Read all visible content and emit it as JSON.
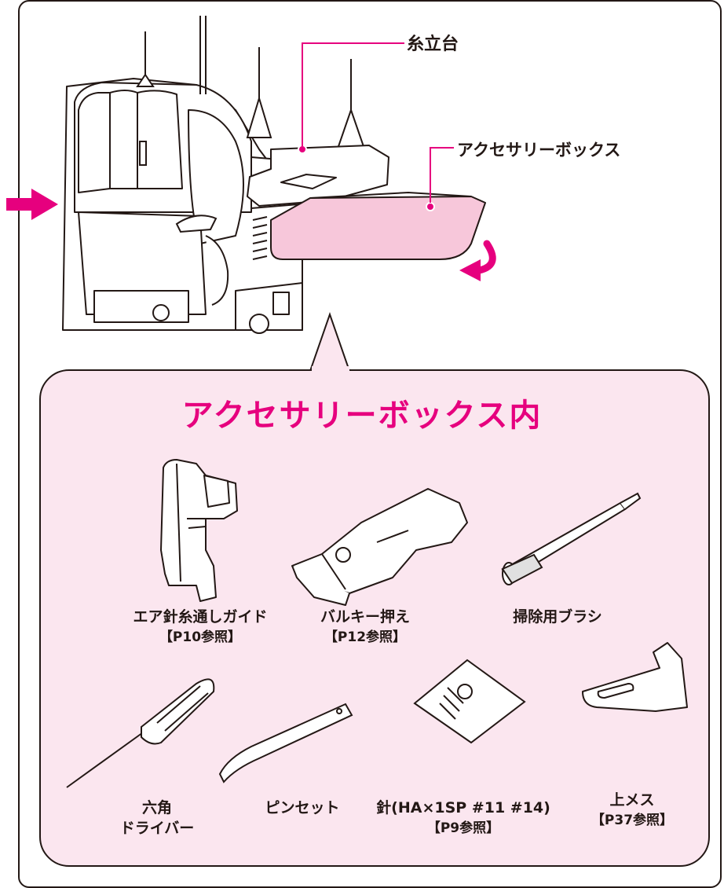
{
  "callouts": {
    "thread_stand": "糸立台",
    "accessory_box": "アクセサリーボックス"
  },
  "panel": {
    "title": "アクセサリーボックス内",
    "items": [
      {
        "name": "エア針糸通しガイド",
        "ref": "【P10参照】"
      },
      {
        "name": "バルキー押え",
        "ref": "【P12参照】"
      },
      {
        "name": "掃除用ブラシ",
        "ref": ""
      },
      {
        "name_line1": "六角",
        "name_line2": "ドライバー"
      },
      {
        "name": "ピンセット"
      },
      {
        "name": "針(HA×1SP #11 #14)",
        "ref": "【P9参照】"
      },
      {
        "name": "上メス",
        "ref": "【P37参照】"
      }
    ]
  },
  "colors": {
    "accent": "#e6007e",
    "box_fill": "#f7c7da",
    "panel_fill": "#fbe6ef",
    "line": "#231815"
  }
}
